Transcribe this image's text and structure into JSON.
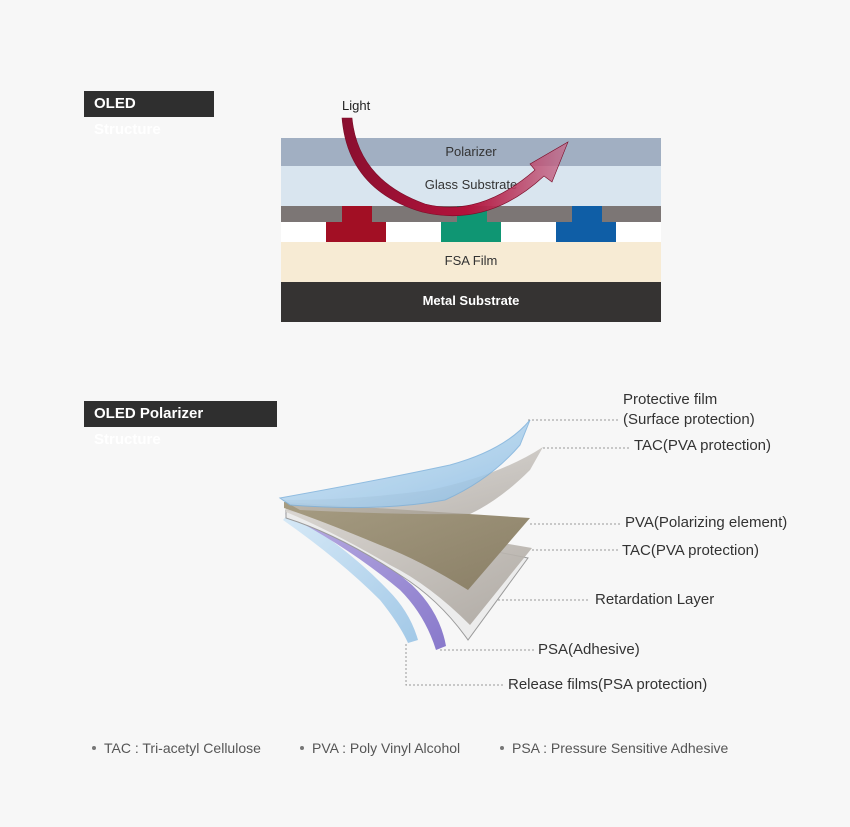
{
  "sections": {
    "oled_structure": "OLED Structure",
    "oled_polarizer_structure": "OLED Polarizer Structure"
  },
  "oled_stack": {
    "light_label": "Light",
    "layers": {
      "polarizer": "Polarizer",
      "glass_substrate": "Glass Substrate",
      "fsa_film": "FSA Film",
      "metal_substrate": "Metal Substrate"
    },
    "pixel_colors": {
      "red": "#a20f24",
      "green": "#0f9673",
      "blue": "#0f5ea6"
    }
  },
  "polarizer_stack": {
    "callouts": {
      "protective_film_line1": "Protective film",
      "protective_film_line2": "(Surface protection)",
      "tac_top": "TAC(PVA protection)",
      "pva": "PVA(Polarizing element)",
      "tac_bottom": "TAC(PVA protection)",
      "retardation": "Retardation Layer",
      "psa": "PSA(Adhesive)",
      "release": "Release films(PSA protection)"
    }
  },
  "footnotes": [
    "TAC : Tri-acetyl Cellulose",
    "PVA : Poly Vinyl Alcohol",
    "PSA : Pressure Sensitive Adhesive"
  ]
}
